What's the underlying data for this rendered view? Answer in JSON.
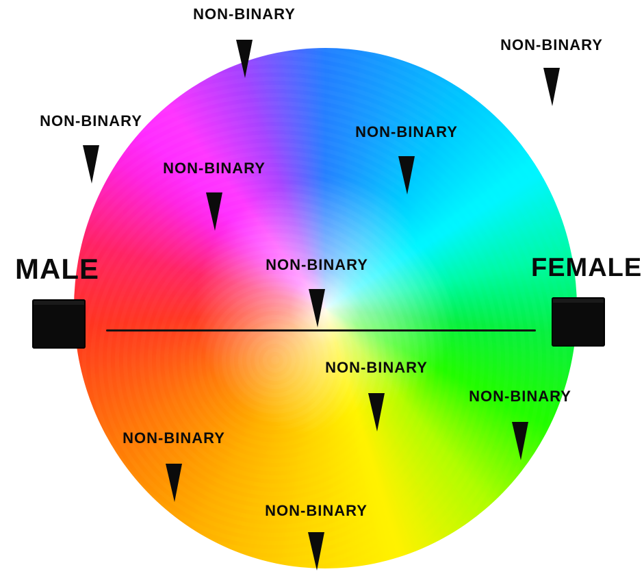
{
  "labels": {
    "male": "MALE",
    "female": "FEMALE",
    "non_binary": [
      "NON-BINARY",
      "NON-BINARY",
      "NON-BINARY",
      "NON-BINARY",
      "NON-BINARY",
      "NON-BINARY",
      "NON-BINARY",
      "NON-BINARY",
      "NON-BINARY",
      "NON-BINARY"
    ]
  },
  "colors": {
    "ink": "#0b0b0b",
    "axis_line": "#111111"
  }
}
